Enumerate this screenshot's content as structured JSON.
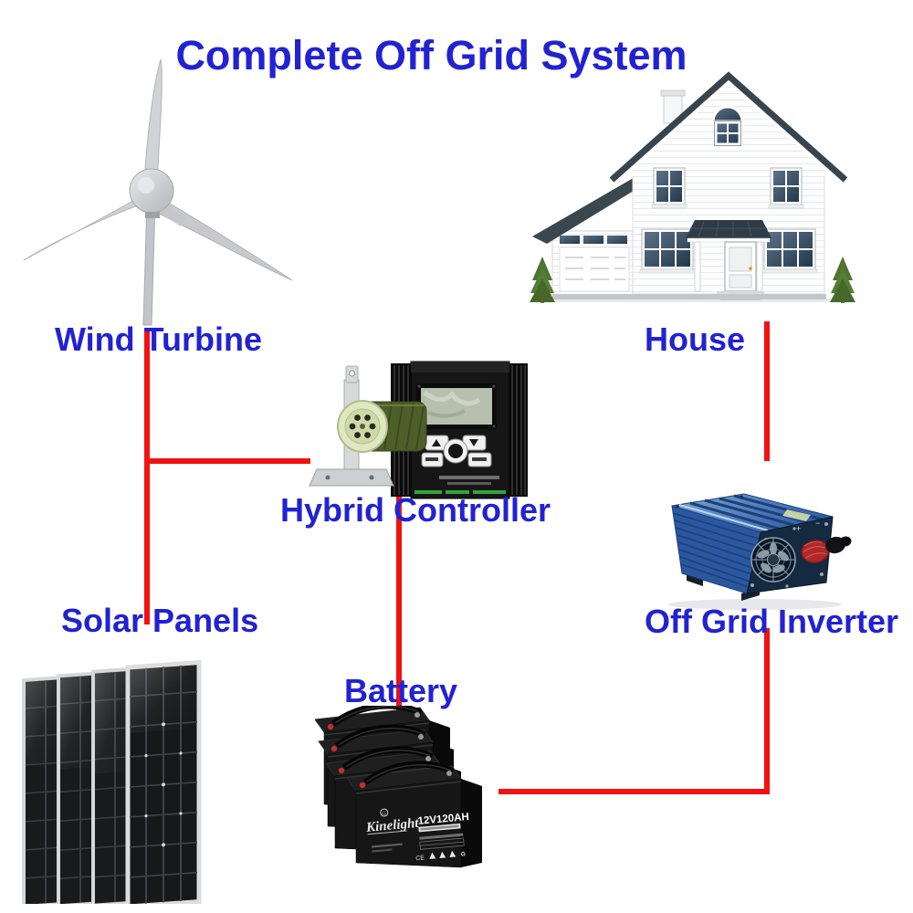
{
  "title": "Complete Off Grid System",
  "colors": {
    "label_blue": "#2222d2",
    "wire_red": "#f21212",
    "inverter_blue": "#2a57a0",
    "panel_dark": "#191a1c"
  },
  "components": {
    "wind_turbine": {
      "label": "Wind Turbine"
    },
    "house": {
      "label": "House"
    },
    "hybrid_controller": {
      "label": "Hybrid Controller"
    },
    "solar_panels": {
      "label": "Solar Panels",
      "panel_count": 4
    },
    "battery": {
      "label": "Battery",
      "front_text": "12V120AH",
      "brand": "Kinelight",
      "unit_count": 4
    },
    "off_grid_inverter": {
      "label": "Off Grid Inverter"
    }
  },
  "connections": [
    {
      "from": "wind_turbine",
      "to": "hybrid_controller"
    },
    {
      "from": "solar_panels",
      "to": "hybrid_controller"
    },
    {
      "from": "hybrid_controller",
      "to": "battery"
    },
    {
      "from": "battery",
      "to": "off_grid_inverter"
    },
    {
      "from": "off_grid_inverter",
      "to": "house"
    }
  ]
}
